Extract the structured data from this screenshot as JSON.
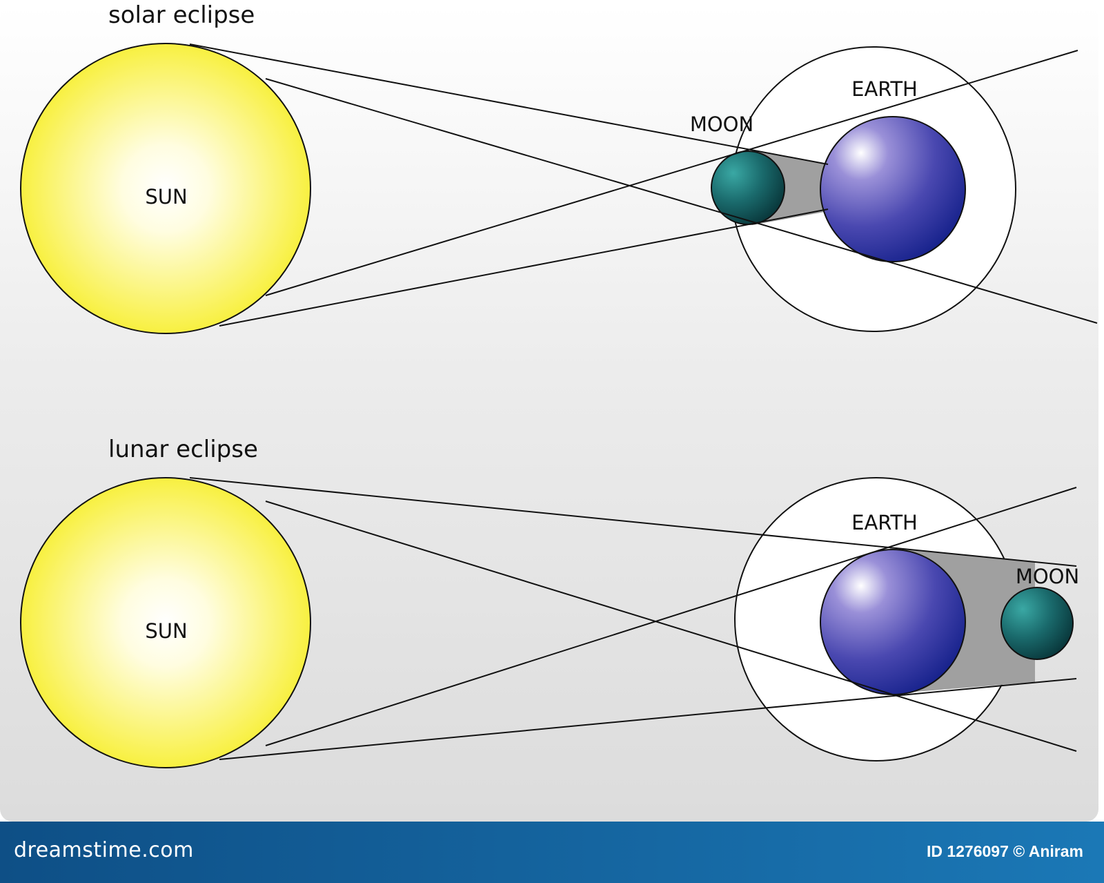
{
  "colors": {
    "sun_center": "#ffffff",
    "sun_edge": "#f8f040",
    "earth_center": "#d8d0f0",
    "earth_edge": "#1a2a90",
    "moon_center": "#2a8a88",
    "moon_edge": "#0a3a40",
    "shadow": "#9a9a9a",
    "footer_bg": "#1566a4"
  },
  "solar": {
    "title": "solar eclipse",
    "sun_label": "SUN",
    "earth_label": "EARTH",
    "moon_label": "MOON"
  },
  "lunar": {
    "title": "lunar eclipse",
    "sun_label": "SUN",
    "earth_label": "EARTH",
    "moon_label": "MOON"
  },
  "footer": {
    "brand": "dreamstime.com",
    "credit": "ID 1276097 © Aniram"
  }
}
